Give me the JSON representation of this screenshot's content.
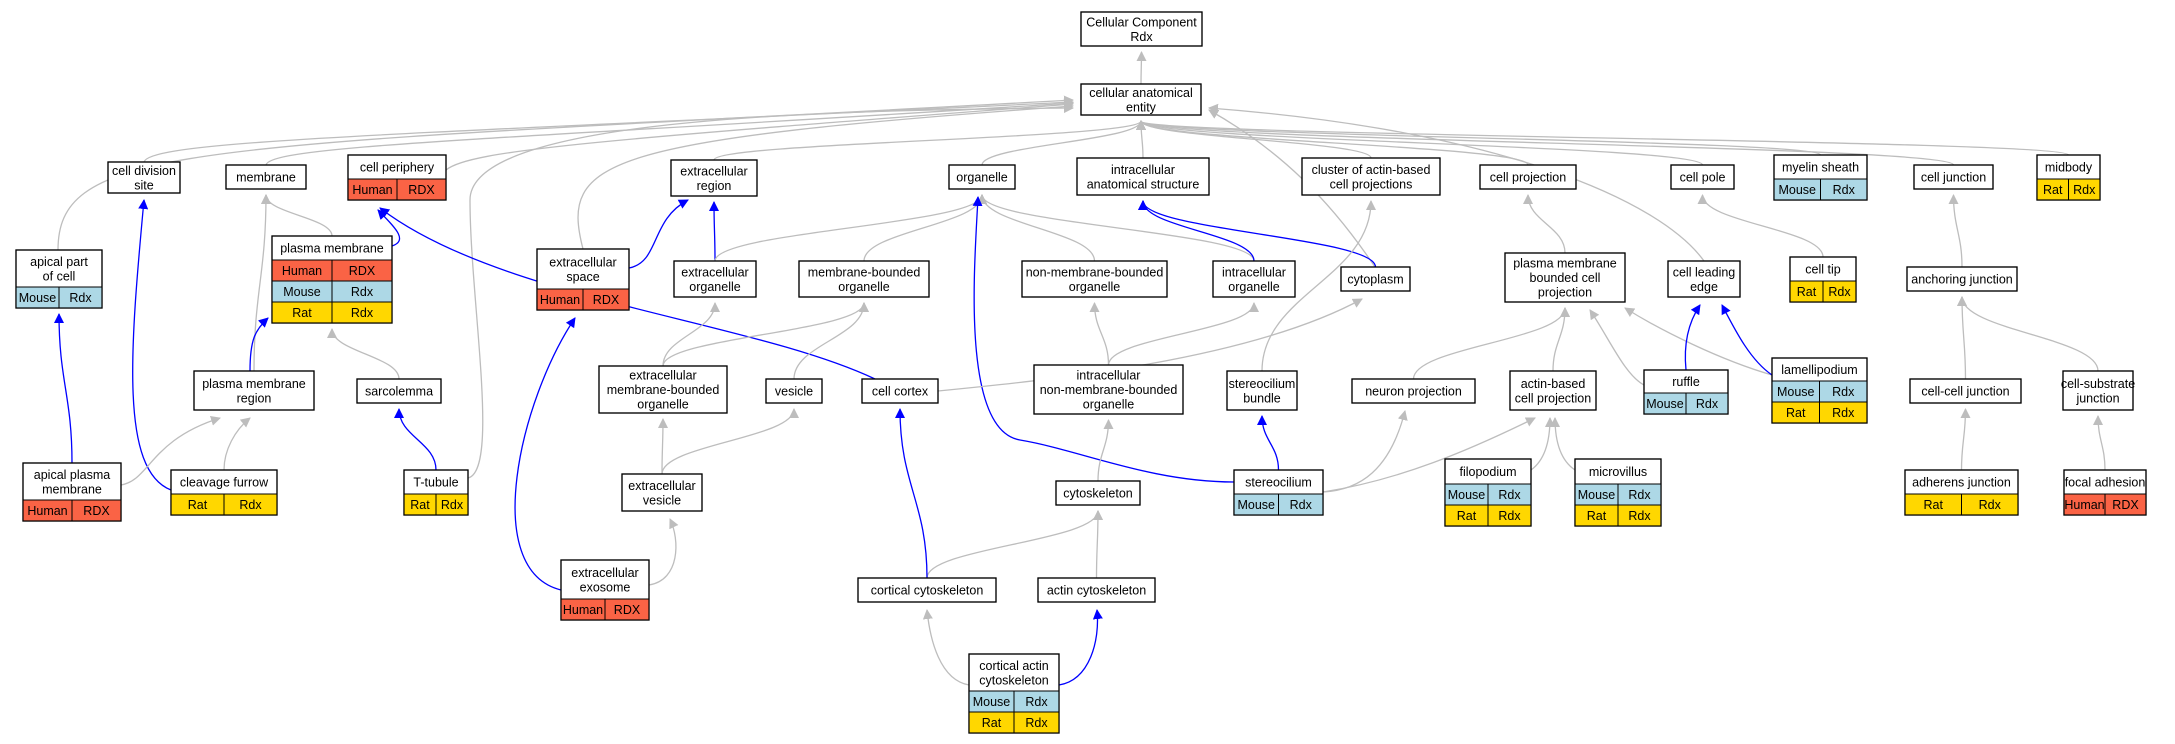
{
  "diagram": {
    "title": "Cellular Component Rdx",
    "colors": {
      "human": "#FA6345",
      "mouse": "#ADD8E6",
      "rat": "#FFD700",
      "edge_gray": "#BDBDBD",
      "edge_blue": "#0000FF",
      "border": "#000000"
    },
    "nodes": [
      {
        "id": "root",
        "lines": [
          "Cellular Component",
          "Rdx"
        ],
        "species": []
      },
      {
        "id": "cae",
        "lines": [
          "cellular anatomical",
          "entity"
        ],
        "species": []
      },
      {
        "id": "apc",
        "lines": [
          "apical part",
          "of cell"
        ],
        "species": [
          {
            "sp": "mouse",
            "name": "Mouse",
            "gene": "Rdx"
          }
        ]
      },
      {
        "id": "cds",
        "lines": [
          "cell division",
          "site"
        ],
        "species": []
      },
      {
        "id": "membrane",
        "lines": [
          "membrane"
        ],
        "species": []
      },
      {
        "id": "cperiph",
        "lines": [
          "cell periphery"
        ],
        "species": [
          {
            "sp": "human",
            "name": "Human",
            "gene": "RDX"
          }
        ]
      },
      {
        "id": "pm",
        "lines": [
          "plasma membrane"
        ],
        "species": [
          {
            "sp": "human",
            "name": "Human",
            "gene": "RDX"
          },
          {
            "sp": "mouse",
            "name": "Mouse",
            "gene": "Rdx"
          },
          {
            "sp": "rat",
            "name": "Rat",
            "gene": "Rdx"
          }
        ]
      },
      {
        "id": "exspace",
        "lines": [
          "extracellular",
          "space"
        ],
        "species": [
          {
            "sp": "human",
            "name": "Human",
            "gene": "RDX"
          }
        ]
      },
      {
        "id": "exregion",
        "lines": [
          "extracellular",
          "region"
        ],
        "species": []
      },
      {
        "id": "exorg",
        "lines": [
          "extracellular",
          "organelle"
        ],
        "species": []
      },
      {
        "id": "organelle",
        "lines": [
          "organelle"
        ],
        "species": []
      },
      {
        "id": "mbo",
        "lines": [
          "membrane-bounded",
          "organelle"
        ],
        "species": []
      },
      {
        "id": "nmbo",
        "lines": [
          "non-membrane-bounded",
          "organelle"
        ],
        "species": []
      },
      {
        "id": "ias",
        "lines": [
          "intracellular",
          "anatomical structure"
        ],
        "species": []
      },
      {
        "id": "intorg",
        "lines": [
          "intracellular",
          "organelle"
        ],
        "species": []
      },
      {
        "id": "cabcp",
        "lines": [
          "cluster of actin-based",
          "cell projections"
        ],
        "species": []
      },
      {
        "id": "cytoplasm",
        "lines": [
          "cytoplasm"
        ],
        "species": []
      },
      {
        "id": "cproj",
        "lines": [
          "cell projection"
        ],
        "species": []
      },
      {
        "id": "pmbcp",
        "lines": [
          "plasma membrane",
          "bounded cell",
          "projection"
        ],
        "species": []
      },
      {
        "id": "cpole",
        "lines": [
          "cell pole"
        ],
        "species": []
      },
      {
        "id": "cle",
        "lines": [
          "cell leading",
          "edge"
        ],
        "species": []
      },
      {
        "id": "myelin",
        "lines": [
          "myelin sheath"
        ],
        "species": [
          {
            "sp": "mouse",
            "name": "Mouse",
            "gene": "Rdx"
          }
        ]
      },
      {
        "id": "ctip",
        "lines": [
          "cell tip"
        ],
        "species": [
          {
            "sp": "rat",
            "name": "Rat",
            "gene": "Rdx"
          }
        ]
      },
      {
        "id": "cjunc",
        "lines": [
          "cell junction"
        ],
        "species": []
      },
      {
        "id": "ajunc",
        "lines": [
          "anchoring junction"
        ],
        "species": []
      },
      {
        "id": "midbody",
        "lines": [
          "midbody"
        ],
        "species": [
          {
            "sp": "rat",
            "name": "Rat",
            "gene": "Rdx"
          }
        ]
      },
      {
        "id": "pmr",
        "lines": [
          "plasma membrane",
          "region"
        ],
        "species": []
      },
      {
        "id": "sarcolemma",
        "lines": [
          "sarcolemma"
        ],
        "species": []
      },
      {
        "id": "exmbo",
        "lines": [
          "extracellular",
          "membrane-bounded",
          "organelle"
        ],
        "species": []
      },
      {
        "id": "vesicle",
        "lines": [
          "vesicle"
        ],
        "species": []
      },
      {
        "id": "ccortex",
        "lines": [
          "cell cortex"
        ],
        "species": []
      },
      {
        "id": "inmbo",
        "lines": [
          "intracellular",
          "non-membrane-bounded",
          "organelle"
        ],
        "species": []
      },
      {
        "id": "stbundle",
        "lines": [
          "stereocilium",
          "bundle"
        ],
        "species": []
      },
      {
        "id": "nproj",
        "lines": [
          "neuron projection"
        ],
        "species": []
      },
      {
        "id": "abcp",
        "lines": [
          "actin-based",
          "cell projection"
        ],
        "species": []
      },
      {
        "id": "ruffle",
        "lines": [
          "ruffle"
        ],
        "species": [
          {
            "sp": "mouse",
            "name": "Mouse",
            "gene": "Rdx"
          }
        ]
      },
      {
        "id": "lamelli",
        "lines": [
          "lamellipodium"
        ],
        "species": [
          {
            "sp": "mouse",
            "name": "Mouse",
            "gene": "Rdx"
          },
          {
            "sp": "rat",
            "name": "Rat",
            "gene": "Rdx"
          }
        ]
      },
      {
        "id": "ccj",
        "lines": [
          "cell-cell junction"
        ],
        "species": []
      },
      {
        "id": "csj",
        "lines": [
          "cell-substrate",
          "junction"
        ],
        "species": []
      },
      {
        "id": "apm",
        "lines": [
          "apical plasma",
          "membrane"
        ],
        "species": [
          {
            "sp": "human",
            "name": "Human",
            "gene": "RDX"
          }
        ]
      },
      {
        "id": "cfurrow",
        "lines": [
          "cleavage furrow"
        ],
        "species": [
          {
            "sp": "rat",
            "name": "Rat",
            "gene": "Rdx"
          }
        ]
      },
      {
        "id": "ttubule",
        "lines": [
          "T-tubule"
        ],
        "species": [
          {
            "sp": "rat",
            "name": "Rat",
            "gene": "Rdx"
          }
        ]
      },
      {
        "id": "exves",
        "lines": [
          "extracellular",
          "vesicle"
        ],
        "species": []
      },
      {
        "id": "stereocilium",
        "lines": [
          "stereocilium"
        ],
        "species": [
          {
            "sp": "mouse",
            "name": "Mouse",
            "gene": "Rdx"
          }
        ]
      },
      {
        "id": "filo",
        "lines": [
          "filopodium"
        ],
        "species": [
          {
            "sp": "mouse",
            "name": "Mouse",
            "gene": "Rdx"
          },
          {
            "sp": "rat",
            "name": "Rat",
            "gene": "Rdx"
          }
        ]
      },
      {
        "id": "microv",
        "lines": [
          "microvillus"
        ],
        "species": [
          {
            "sp": "mouse",
            "name": "Mouse",
            "gene": "Rdx"
          },
          {
            "sp": "rat",
            "name": "Rat",
            "gene": "Rdx"
          }
        ]
      },
      {
        "id": "adherens",
        "lines": [
          "adherens junction"
        ],
        "species": [
          {
            "sp": "rat",
            "name": "Rat",
            "gene": "Rdx"
          }
        ]
      },
      {
        "id": "focal",
        "lines": [
          "focal adhesion"
        ],
        "species": [
          {
            "sp": "human",
            "name": "Human",
            "gene": "RDX"
          }
        ]
      },
      {
        "id": "cytoskel",
        "lines": [
          "cytoskeleton"
        ],
        "species": []
      },
      {
        "id": "exexo",
        "lines": [
          "extracellular",
          "exosome"
        ],
        "species": [
          {
            "sp": "human",
            "name": "Human",
            "gene": "RDX"
          }
        ]
      },
      {
        "id": "corcyto",
        "lines": [
          "cortical cytoskeleton"
        ],
        "species": []
      },
      {
        "id": "actincyto",
        "lines": [
          "actin cytoskeleton"
        ],
        "species": []
      },
      {
        "id": "coractin",
        "lines": [
          "cortical actin",
          "cytoskeleton"
        ],
        "species": [
          {
            "sp": "mouse",
            "name": "Mouse",
            "gene": "Rdx"
          },
          {
            "sp": "rat",
            "name": "Rat",
            "gene": "Rdx"
          }
        ]
      }
    ],
    "edges": [
      {
        "from": "cae",
        "to": "root",
        "kind": "gray"
      },
      {
        "from": "apc",
        "to": "cae",
        "kind": "gray"
      },
      {
        "from": "cds",
        "to": "cae",
        "kind": "gray"
      },
      {
        "from": "membrane",
        "to": "cae",
        "kind": "gray"
      },
      {
        "from": "cperiph",
        "to": "cae",
        "kind": "gray"
      },
      {
        "from": "exregion",
        "to": "cae",
        "kind": "gray"
      },
      {
        "from": "organelle",
        "to": "cae",
        "kind": "gray"
      },
      {
        "from": "ias",
        "to": "cae",
        "kind": "gray"
      },
      {
        "from": "cabcp",
        "to": "cae",
        "kind": "gray"
      },
      {
        "from": "cproj",
        "to": "cae",
        "kind": "gray"
      },
      {
        "from": "cpole",
        "to": "cae",
        "kind": "gray"
      },
      {
        "from": "myelin",
        "to": "cae",
        "kind": "gray"
      },
      {
        "from": "cjunc",
        "to": "cae",
        "kind": "gray"
      },
      {
        "from": "midbody",
        "to": "cae",
        "kind": "gray"
      },
      {
        "from": "exspace",
        "to": "cae",
        "kind": "gray"
      },
      {
        "from": "cytoplasm",
        "to": "cae",
        "kind": "gray"
      },
      {
        "from": "cle",
        "to": "cae",
        "kind": "gray"
      },
      {
        "from": "ttubule",
        "to": "cae",
        "kind": "gray"
      },
      {
        "from": "pm",
        "to": "membrane",
        "kind": "gray"
      },
      {
        "from": "pmr",
        "to": "membrane",
        "kind": "gray"
      },
      {
        "from": "pm",
        "to": "cperiph",
        "kind": "blue"
      },
      {
        "from": "ccortex",
        "to": "cperiph",
        "kind": "blue"
      },
      {
        "from": "exspace",
        "to": "exregion",
        "kind": "blue"
      },
      {
        "from": "exorg",
        "to": "exregion",
        "kind": "blue"
      },
      {
        "from": "exorg",
        "to": "organelle",
        "kind": "gray"
      },
      {
        "from": "mbo",
        "to": "organelle",
        "kind": "gray"
      },
      {
        "from": "nmbo",
        "to": "organelle",
        "kind": "gray"
      },
      {
        "from": "intorg",
        "to": "organelle",
        "kind": "gray"
      },
      {
        "from": "stereocilium",
        "to": "organelle",
        "kind": "blue"
      },
      {
        "from": "intorg",
        "to": "ias",
        "kind": "blue"
      },
      {
        "from": "cytoplasm",
        "to": "ias",
        "kind": "blue"
      },
      {
        "from": "stbundle",
        "to": "cabcp",
        "kind": "gray"
      },
      {
        "from": "pmbcp",
        "to": "cproj",
        "kind": "gray"
      },
      {
        "from": "ctip",
        "to": "cpole",
        "kind": "gray"
      },
      {
        "from": "ajunc",
        "to": "cjunc",
        "kind": "gray"
      },
      {
        "from": "apm",
        "to": "apc",
        "kind": "blue"
      },
      {
        "from": "cfurrow",
        "to": "cds",
        "kind": "blue"
      },
      {
        "from": "cfurrow",
        "to": "pmr",
        "kind": "gray"
      },
      {
        "from": "pmr",
        "to": "pm",
        "kind": "blue"
      },
      {
        "from": "sarcolemma",
        "to": "pm",
        "kind": "gray"
      },
      {
        "from": "apm",
        "to": "pmr",
        "kind": "gray"
      },
      {
        "from": "ttubule",
        "to": "sarcolemma",
        "kind": "blue"
      },
      {
        "from": "exexo",
        "to": "exspace",
        "kind": "blue"
      },
      {
        "from": "exmbo",
        "to": "exorg",
        "kind": "gray"
      },
      {
        "from": "exmbo",
        "to": "mbo",
        "kind": "gray"
      },
      {
        "from": "vesicle",
        "to": "mbo",
        "kind": "gray"
      },
      {
        "from": "exves",
        "to": "exmbo",
        "kind": "gray"
      },
      {
        "from": "exves",
        "to": "vesicle",
        "kind": "gray"
      },
      {
        "from": "exexo",
        "to": "exves",
        "kind": "gray"
      },
      {
        "from": "ccortex",
        "to": "cytoplasm",
        "kind": "gray"
      },
      {
        "from": "inmbo",
        "to": "nmbo",
        "kind": "gray"
      },
      {
        "from": "inmbo",
        "to": "intorg",
        "kind": "gray"
      },
      {
        "from": "cytoskel",
        "to": "inmbo",
        "kind": "gray"
      },
      {
        "from": "corcyto",
        "to": "cytoskel",
        "kind": "gray"
      },
      {
        "from": "actincyto",
        "to": "cytoskel",
        "kind": "gray"
      },
      {
        "from": "corcyto",
        "to": "ccortex",
        "kind": "blue"
      },
      {
        "from": "coractin",
        "to": "corcyto",
        "kind": "gray"
      },
      {
        "from": "coractin",
        "to": "actincyto",
        "kind": "blue"
      },
      {
        "from": "stereocilium",
        "to": "stbundle",
        "kind": "blue"
      },
      {
        "from": "nproj",
        "to": "pmbcp",
        "kind": "gray"
      },
      {
        "from": "abcp",
        "to": "pmbcp",
        "kind": "gray"
      },
      {
        "from": "ruffle",
        "to": "pmbcp",
        "kind": "gray"
      },
      {
        "from": "lamelli",
        "to": "pmbcp",
        "kind": "gray"
      },
      {
        "from": "ruffle",
        "to": "cle",
        "kind": "blue"
      },
      {
        "from": "lamelli",
        "to": "cle",
        "kind": "blue"
      },
      {
        "from": "stereocilium",
        "to": "nproj",
        "kind": "gray"
      },
      {
        "from": "stereocilium",
        "to": "abcp",
        "kind": "gray"
      },
      {
        "from": "filo",
        "to": "abcp",
        "kind": "gray"
      },
      {
        "from": "microv",
        "to": "abcp",
        "kind": "gray"
      },
      {
        "from": "ccj",
        "to": "ajunc",
        "kind": "gray"
      },
      {
        "from": "csj",
        "to": "ajunc",
        "kind": "gray"
      },
      {
        "from": "adherens",
        "to": "ccj",
        "kind": "gray"
      },
      {
        "from": "focal",
        "to": "csj",
        "kind": "gray"
      }
    ]
  }
}
